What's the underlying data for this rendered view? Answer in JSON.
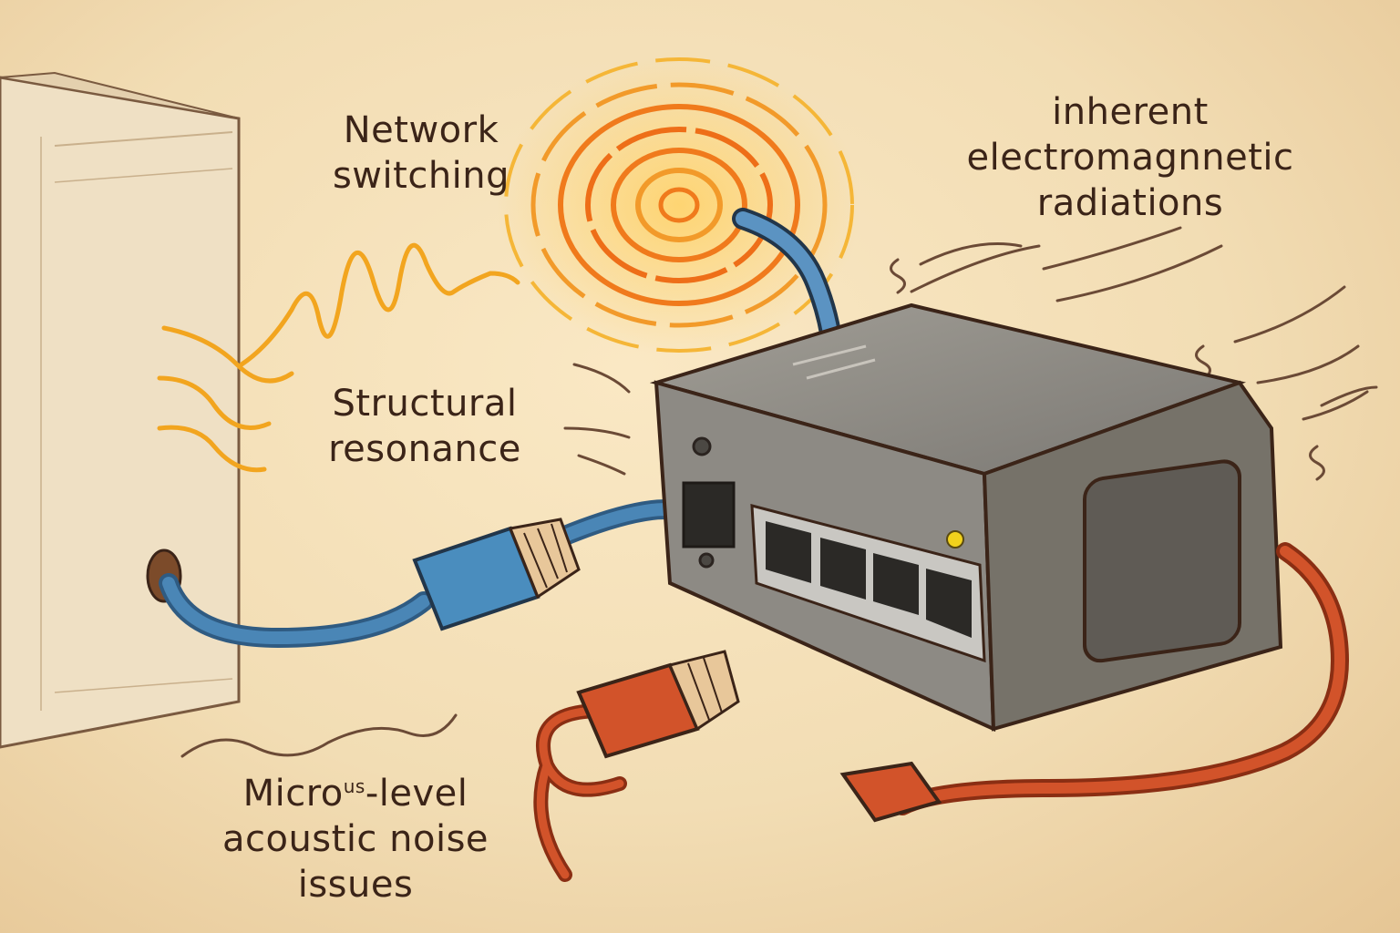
{
  "labels": {
    "network_switching": [
      "Network",
      "switching"
    ],
    "em_radiation": [
      "inherent",
      "electromagnnetic",
      "radiations"
    ],
    "structural_resonance": [
      "Structural",
      "resonance"
    ],
    "acoustic_noise": {
      "line1_pre": "Micro",
      "line1_sup": "us",
      "line1_post": "-level",
      "line2": "acoustic noise",
      "line3": "issues"
    }
  },
  "colors": {
    "background": "#f2ddb4",
    "wall": "#efe0c4",
    "switch_body": "#8d8a84",
    "blue_cable": "#3f77a6",
    "orange_cable": "#d2532a",
    "wave_yellow": "#f2a51f",
    "radiation_orange": "#f07a1c",
    "status_led": "#f2d21c",
    "text": "#3b2418"
  },
  "icons": [
    "wall-outlet-icon",
    "network-switch-icon",
    "rj45-connector-icon",
    "radiation-swirl-icon"
  ]
}
